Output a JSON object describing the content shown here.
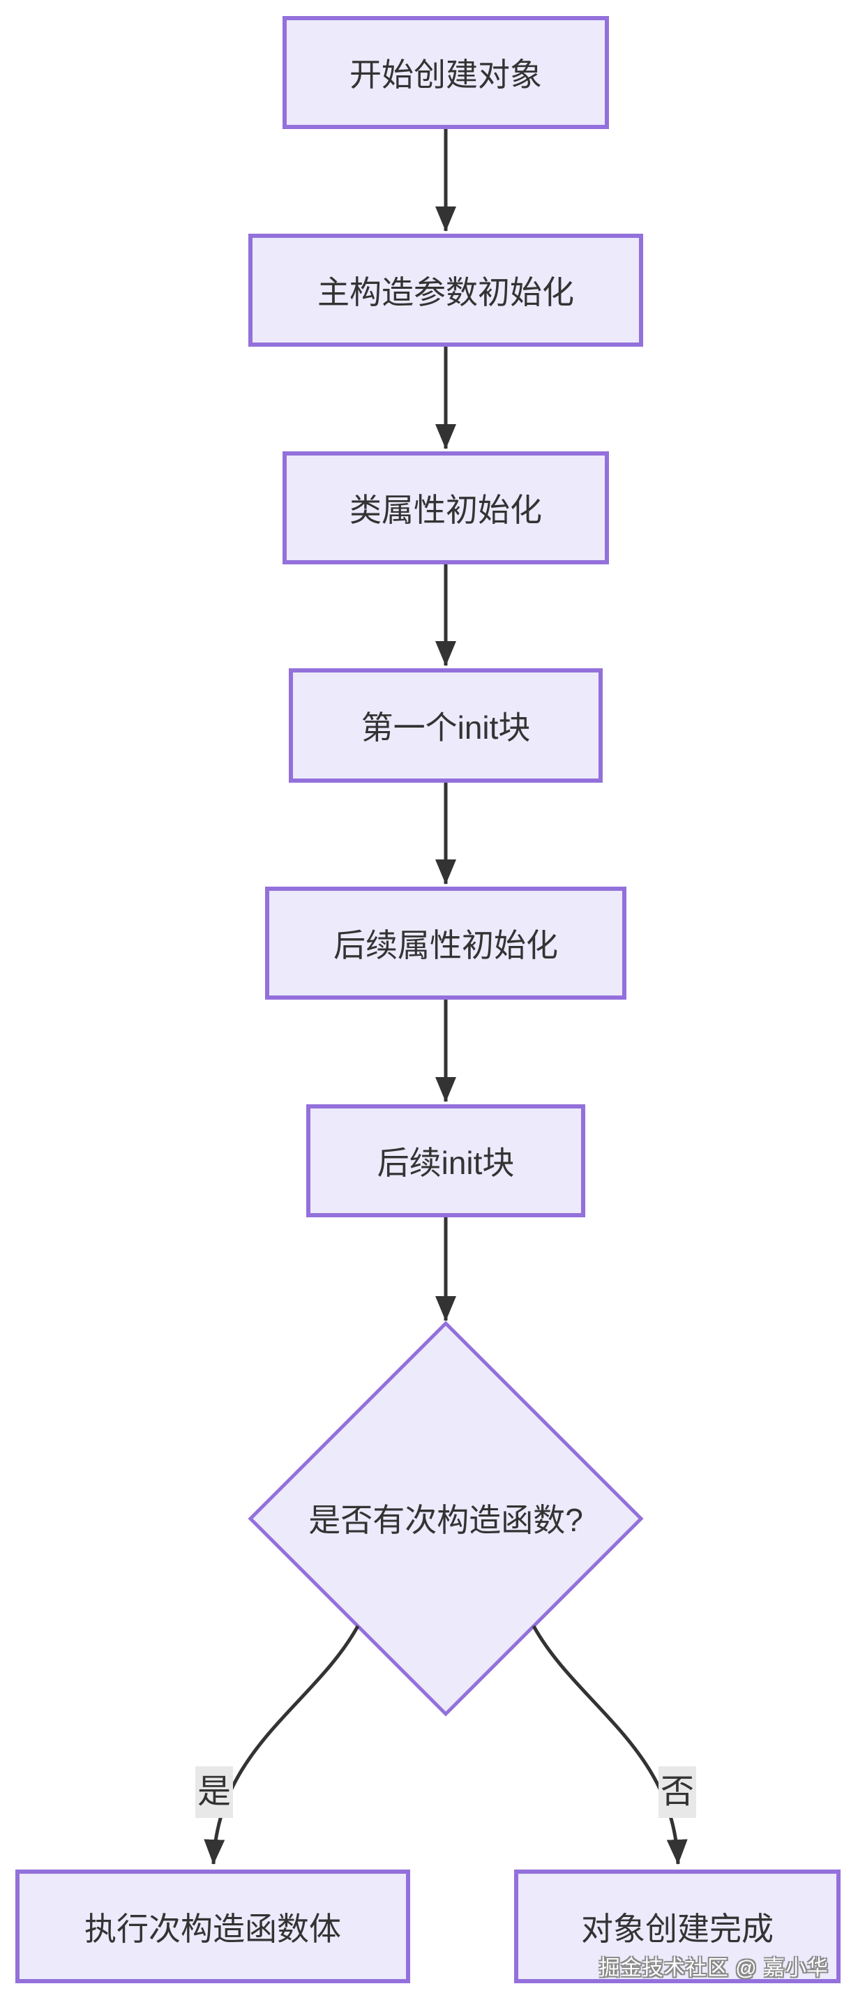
{
  "diagram": {
    "type": "flowchart",
    "direction": "top-down",
    "nodes": [
      {
        "id": "start",
        "shape": "rect",
        "label": "开始创建对象"
      },
      {
        "id": "primary-param-init",
        "shape": "rect",
        "label": "主构造参数初始化"
      },
      {
        "id": "class-prop-init",
        "shape": "rect",
        "label": "类属性初始化"
      },
      {
        "id": "first-init-block",
        "shape": "rect",
        "label": "第一个init块"
      },
      {
        "id": "later-prop-init",
        "shape": "rect",
        "label": "后续属性初始化"
      },
      {
        "id": "later-init-block",
        "shape": "rect",
        "label": "后续init块"
      },
      {
        "id": "has-secondary-ctor",
        "shape": "diamond",
        "label": "是否有次构造函数?"
      },
      {
        "id": "exec-secondary-body",
        "shape": "rect",
        "label": "执行次构造函数体"
      },
      {
        "id": "object-created",
        "shape": "rect",
        "label": "对象创建完成"
      }
    ],
    "edges": [
      {
        "from": "start",
        "to": "primary-param-init",
        "label": ""
      },
      {
        "from": "primary-param-init",
        "to": "class-prop-init",
        "label": ""
      },
      {
        "from": "class-prop-init",
        "to": "first-init-block",
        "label": ""
      },
      {
        "from": "first-init-block",
        "to": "later-prop-init",
        "label": ""
      },
      {
        "from": "later-prop-init",
        "to": "later-init-block",
        "label": ""
      },
      {
        "from": "later-init-block",
        "to": "has-secondary-ctor",
        "label": ""
      },
      {
        "from": "has-secondary-ctor",
        "to": "exec-secondary-body",
        "label": "是"
      },
      {
        "from": "has-secondary-ctor",
        "to": "object-created",
        "label": "否"
      }
    ],
    "colors": {
      "node_fill": "#ECEAFB",
      "node_border": "#9370DB",
      "edge": "#333333",
      "text": "#333333",
      "label_bg": "#E8E8E8",
      "background": "#FFFFFF",
      "watermark_fill": "#FFFFFF",
      "watermark_outline": "#8A8A8A"
    },
    "watermark": "掘金技术社区 @ 嘉小华"
  }
}
